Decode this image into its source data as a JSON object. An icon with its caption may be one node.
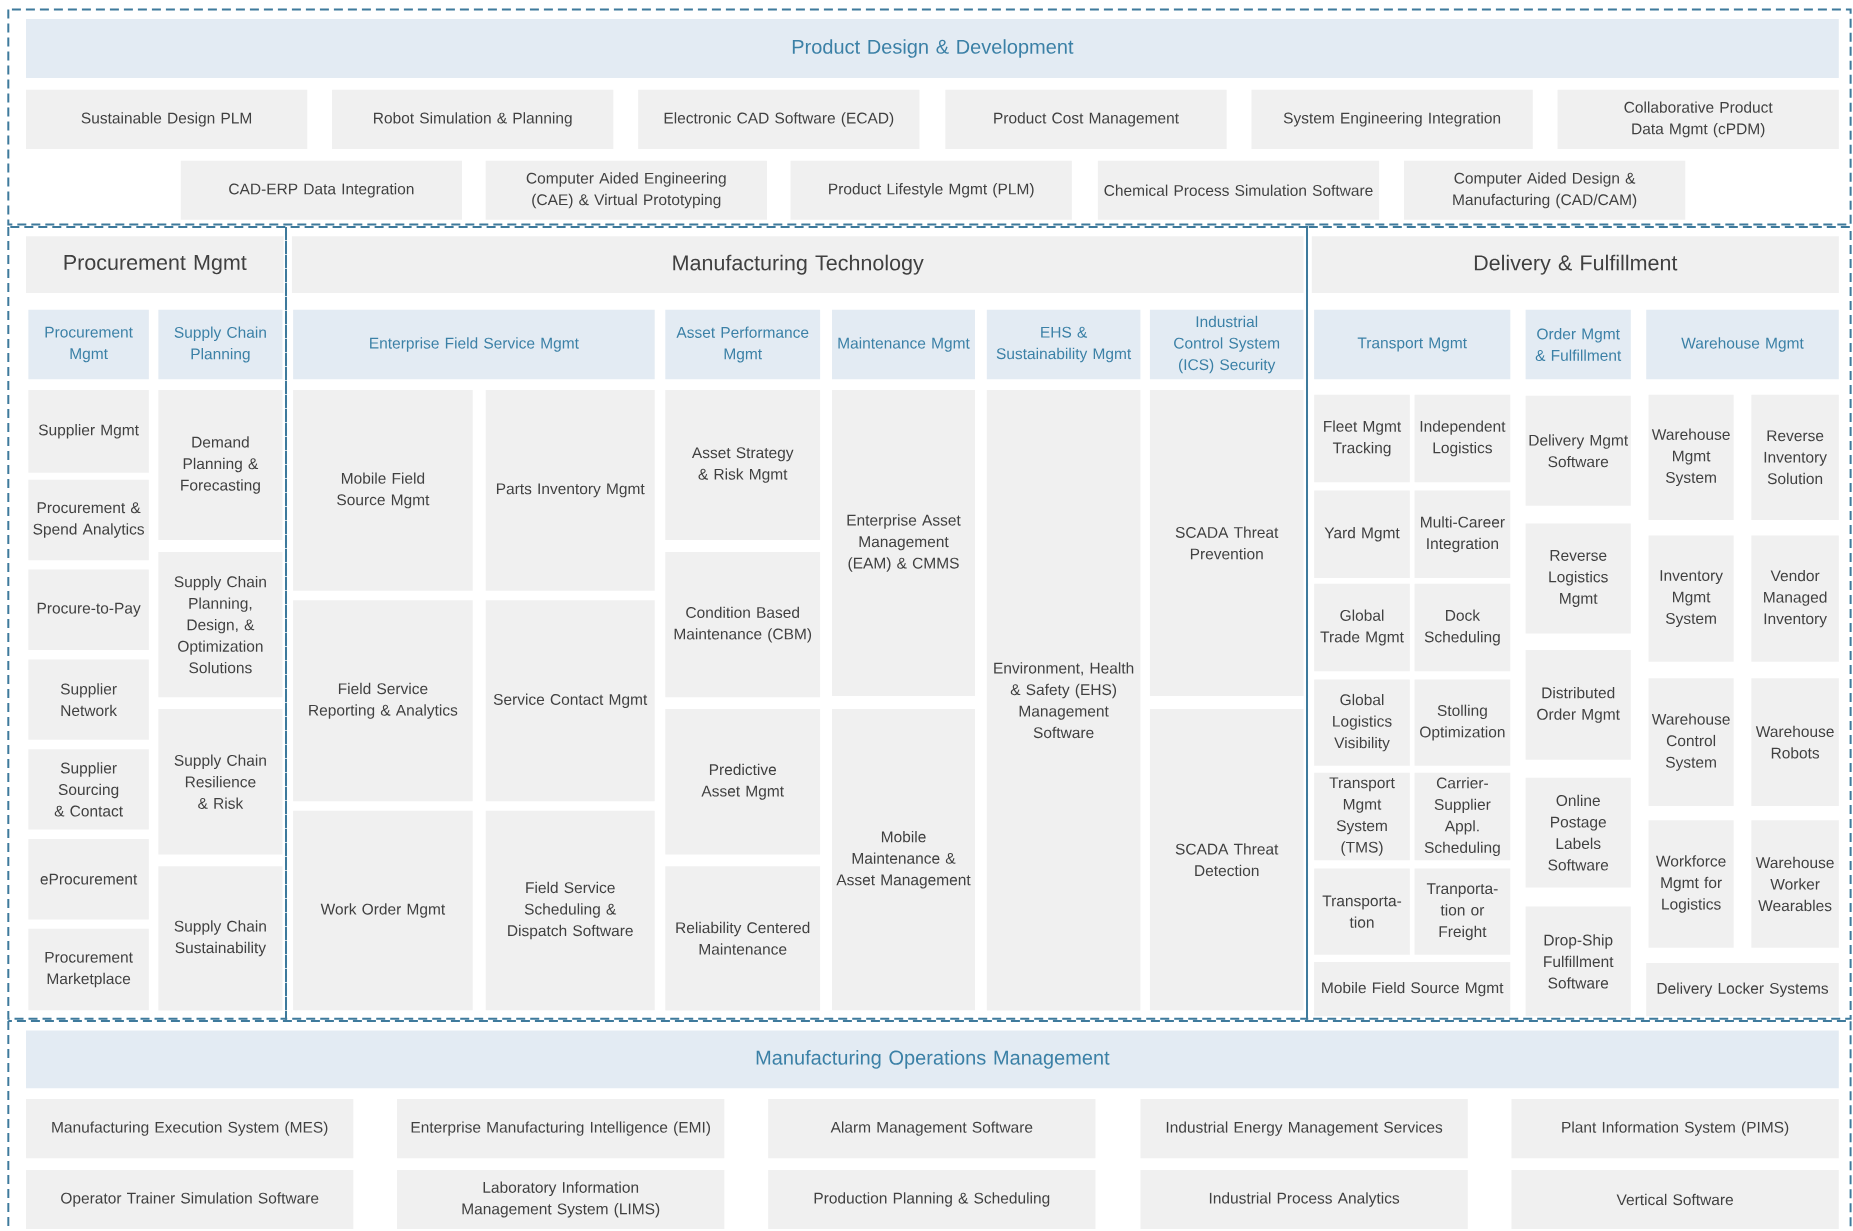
{
  "diagram": {
    "nodes": [
      {
        "text": [
          "Product Design & Development"
        ]
      },
      {
        "text": [
          "Sustainable Design PLM"
        ]
      },
      {
        "text": [
          "Robot Simulation & Planning"
        ]
      },
      {
        "text": [
          "Electronic CAD Software (ECAD)"
        ]
      },
      {
        "text": [
          "Product Cost Management"
        ]
      },
      {
        "text": [
          "System Engineering Integration"
        ]
      },
      {
        "text": [
          "Collaborative Product Data Mgmt (cPDM)"
        ]
      },
      {
        "text": [
          "CAD-ERP Data Integration"
        ]
      },
      {
        "text": [
          "Computer Aided Engineering (CAE) & Virtual Prototyping"
        ]
      },
      {
        "text": [
          "Product Lifestyle Mgmt (PLM)"
        ]
      },
      {
        "text": [
          "Chemical Process Simulation Software"
        ]
      },
      {
        "text": [
          "Computer Aided Design & Manufacturing (CAD/CAM)"
        ]
      },
      {
        "text": [
          "Procurement Mgmt"
        ]
      },
      {
        "text": [
          "Manufacturing Technology"
        ]
      },
      {
        "text": [
          "Delivery & Fulfillment"
        ]
      },
      {
        "text": [
          "Procurement Mgmt"
        ]
      },
      {
        "text": [
          "Supply Chain Planning"
        ]
      },
      {
        "text": [
          "Enterprise Field Service Mgmt"
        ]
      },
      {
        "text": [
          "Asset Performance Mgmt"
        ]
      },
      {
        "text": [
          "Maintenance Mgmt"
        ]
      },
      {
        "text": [
          "EHS & Sustainability Mgmt"
        ]
      },
      {
        "text": [
          "Industrial Control System (ICS) Security"
        ]
      },
      {
        "text": [
          "Transport Mgmt"
        ]
      },
      {
        "text": [
          "Order Mgmt & Fulfillment"
        ]
      },
      {
        "text": [
          "Warehouse Mgmt"
        ]
      },
      {
        "text": [
          "Supplier Mgmt"
        ]
      },
      {
        "text": [
          "Procurement & Spend Analytics"
        ]
      },
      {
        "text": [
          "Procure-to-Pay"
        ]
      },
      {
        "text": [
          "Supplier Network"
        ]
      },
      {
        "text": [
          "Supplier Sourcing & Contact"
        ]
      },
      {
        "text": [
          "eProcurement"
        ]
      },
      {
        "text": [
          "Procurement Marketplace"
        ]
      },
      {
        "text": [
          "Demand Planning & Forecasting"
        ]
      },
      {
        "text": [
          "Supply Chain Planning, Design, & Optimization Solutions"
        ]
      },
      {
        "text": [
          "Supply Chain Resilience & Risk"
        ]
      },
      {
        "text": [
          "Supply Chain Sustainability"
        ]
      },
      {
        "text": [
          "Mobile Field Source Mgmt"
        ]
      },
      {
        "text": [
          "Parts Inventory Mgmt"
        ]
      },
      {
        "text": [
          "Field Service Reporting & Analytics"
        ]
      },
      {
        "text": [
          "Service Contact Mgmt"
        ]
      },
      {
        "text": [
          "Work Order Mgmt"
        ]
      },
      {
        "text": [
          "Field Service Scheduling & Dispatch Software"
        ]
      },
      {
        "text": [
          "Asset Strategy & Risk Mgmt"
        ]
      },
      {
        "text": [
          "Condition Based Maintenance (CBM)"
        ]
      },
      {
        "text": [
          "Predictive Asset Mgmt"
        ]
      },
      {
        "text": [
          "Reliability Centered Maintenance"
        ]
      },
      {
        "text": [
          "Enterprise Asset Management (EAM) & CMMS"
        ]
      },
      {
        "text": [
          "Mobile Maintenance & Asset Management"
        ]
      },
      {
        "text": [
          "Environment, Health & Safety (EHS) Management Software"
        ]
      },
      {
        "text": [
          "SCADA Threat Prevention"
        ]
      },
      {
        "text": [
          "SCADA Threat Detection"
        ]
      },
      {
        "text": [
          "Fleet Mgmt Tracking"
        ]
      },
      {
        "text": [
          "Independent Logistics"
        ]
      },
      {
        "text": [
          "Yard Mgmt"
        ]
      },
      {
        "text": [
          "Multi-Career Integration"
        ]
      },
      {
        "text": [
          "Global Trade Mgmt"
        ]
      },
      {
        "text": [
          "Dock Scheduling"
        ]
      },
      {
        "text": [
          "Global Logistics Visibility"
        ]
      },
      {
        "text": [
          "Stolling Optimization"
        ]
      },
      {
        "text": [
          "Transport Mgmt System (TMS)"
        ]
      },
      {
        "text": [
          "Carrier-Supplier Appl. Scheduling"
        ]
      },
      {
        "text": [
          "Transporta-tion"
        ]
      },
      {
        "text": [
          "Tranporta-tion or Freight"
        ]
      },
      {
        "text": [
          "Mobile Field Source Mgmt"
        ]
      },
      {
        "text": [
          "Delivery Mgmt Software"
        ]
      },
      {
        "text": [
          "Reverse Logistics Mgmt"
        ]
      },
      {
        "text": [
          "Distributed Order Mgmt"
        ]
      },
      {
        "text": [
          "Online Postage Labels Software"
        ]
      },
      {
        "text": [
          "Drop-Ship Fulfillment Software"
        ]
      },
      {
        "text": [
          "Warehouse Mgmt System"
        ]
      },
      {
        "text": [
          "Reverse Inventory Solution"
        ]
      },
      {
        "text": [
          "Inventory Mgmt System"
        ]
      },
      {
        "text": [
          "Vendor Managed Inventory"
        ]
      },
      {
        "text": [
          "Warehouse Control System"
        ]
      },
      {
        "text": [
          "Warehouse Robots"
        ]
      },
      {
        "text": [
          "Workforce Mgmt for Logistics"
        ]
      },
      {
        "text": [
          "Warehouse Worker Wearables"
        ]
      },
      {
        "text": [
          "Delivery Locker Systems"
        ]
      },
      {
        "text": [
          "Manufacturing Operations Management"
        ]
      },
      {
        "text": [
          "Manufacturing Execution System (MES)"
        ]
      },
      {
        "text": [
          "Enterprise Manufacturing Intelligence (EMI)"
        ]
      },
      {
        "text": [
          "Alarm Management Software"
        ]
      },
      {
        "text": [
          "Industrial Energy Management Services"
        ]
      },
      {
        "text": [
          "Plant Information System (PIMS)"
        ]
      },
      {
        "text": [
          "Operator Trainer Simulation Software"
        ]
      },
      {
        "text": [
          "Laboratory Information Management System (LIMS)"
        ]
      },
      {
        "text": [
          "Production Planning & Scheduling"
        ]
      },
      {
        "text": [
          "Industrial Process Analytics"
        ]
      },
      {
        "text": [
          "Vertical Software"
        ]
      }
    ]
  }
}
